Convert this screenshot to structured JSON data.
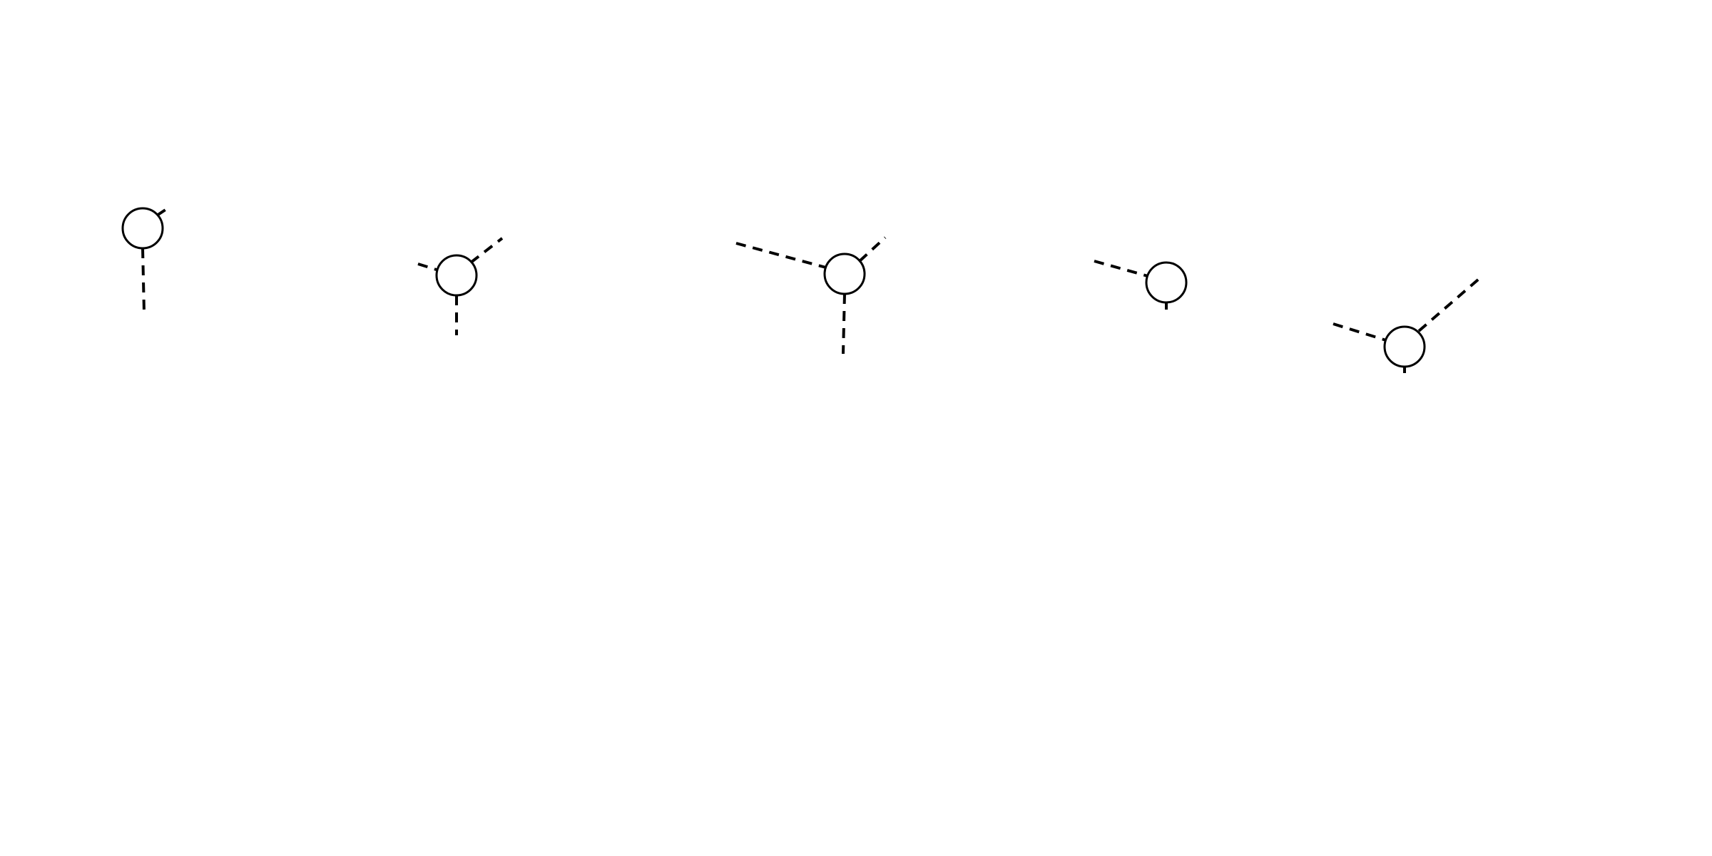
{
  "diagram": {
    "line_color": "#000000",
    "background_color": "#ffffff",
    "line_style": "dashed",
    "vertices": [
      {
        "id": "vertex-1",
        "shape": "circle",
        "leg_count": 2
      },
      {
        "id": "vertex-2",
        "shape": "circle",
        "leg_count": 3
      },
      {
        "id": "vertex-3",
        "shape": "circle",
        "leg_count": 3
      },
      {
        "id": "vertex-4",
        "shape": "circle",
        "leg_count": 2
      },
      {
        "id": "vertex-5",
        "shape": "circle",
        "leg_count": 3
      }
    ]
  }
}
